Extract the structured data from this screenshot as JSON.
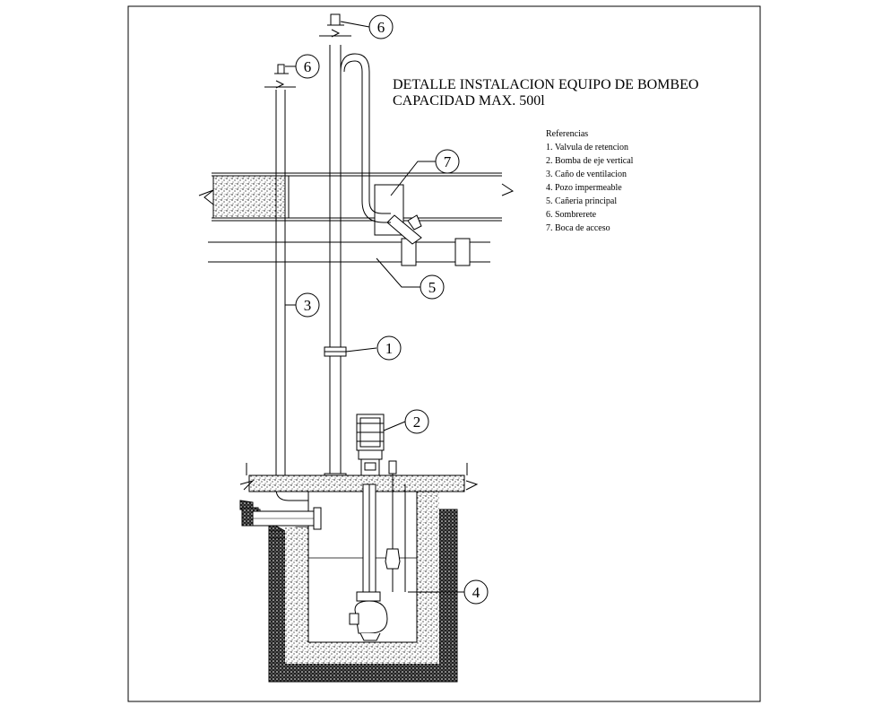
{
  "title": {
    "line1": "DETALLE INSTALACION EQUIPO DE BOMBEO",
    "line2": "CAPACIDAD MAX. 500l"
  },
  "references": {
    "heading": "Referencias",
    "items": [
      "1. Valvula de retencion",
      "2. Bomba de eje vertical",
      "3. Caño de ventilacion",
      "4. Pozo impermeable",
      "5. Cañeria principal",
      "6. Sombrerete",
      "7. Boca de acceso"
    ]
  },
  "callouts": {
    "c1": "1",
    "c2": "2",
    "c3": "3",
    "c4": "4",
    "c5": "5",
    "c6a": "6",
    "c6b": "6",
    "c7": "7"
  },
  "colors": {
    "line": "#000000",
    "hatch_dark": "#000000",
    "fill_light": "#ffffff"
  }
}
